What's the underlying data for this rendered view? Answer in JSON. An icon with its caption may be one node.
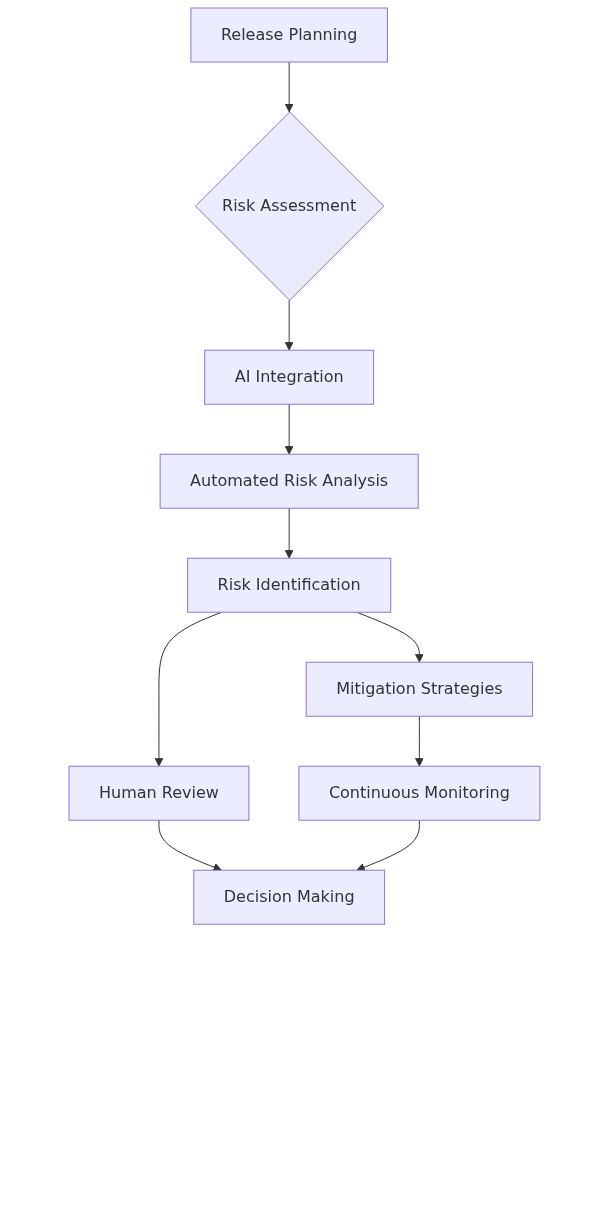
{
  "diagram": {
    "nodes": [
      {
        "text": [
          "Release Planning"
        ]
      },
      {
        "text": [
          "Risk Assessment"
        ]
      },
      {
        "text": [
          "AI Integration"
        ]
      },
      {
        "text": [
          "Automated Risk Analysis"
        ]
      },
      {
        "text": [
          "Risk Identification"
        ]
      },
      {
        "text": [
          "Mitigation Strategies"
        ]
      },
      {
        "text": [
          "Human Review"
        ]
      },
      {
        "text": [
          "Continuous Monitoring"
        ]
      },
      {
        "text": [
          "Decision Making"
        ]
      }
    ],
    "edges": [
      {
        "from": 0,
        "to": 1,
        "arrow": "to"
      },
      {
        "from": 1,
        "to": 2,
        "arrow": "to"
      },
      {
        "from": 2,
        "to": 3,
        "arrow": "to"
      },
      {
        "from": 3,
        "to": 4,
        "arrow": "to"
      },
      {
        "from": 4,
        "to": 6,
        "arrow": "to"
      },
      {
        "from": 4,
        "to": 5,
        "arrow": "to"
      },
      {
        "from": 5,
        "to": 7,
        "arrow": "to"
      },
      {
        "from": 6,
        "to": 8,
        "arrow": "to"
      },
      {
        "from": 7,
        "to": 8,
        "arrow": "to"
      }
    ]
  }
}
